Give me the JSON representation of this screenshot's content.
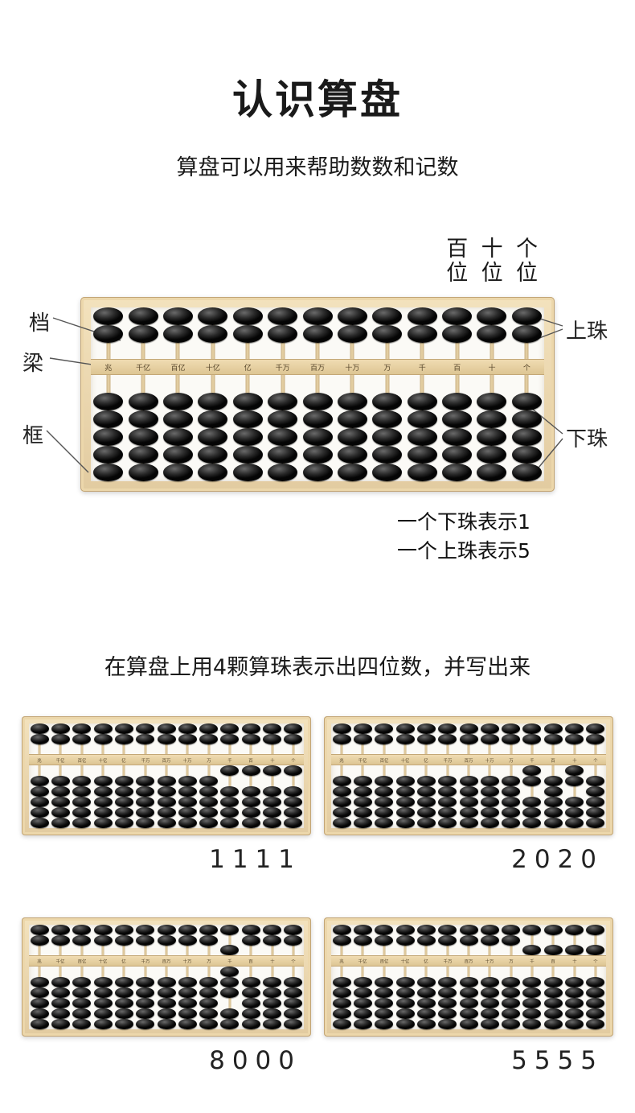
{
  "page": {
    "title": "认识算盘",
    "subtitle": "算盘可以用来帮助数数和记数",
    "exercise_title": "在算盘上用4颗算珠表示出四位数，并写出来"
  },
  "abacus": {
    "column_labels": [
      "兆",
      "千亿",
      "百亿",
      "十亿",
      "亿",
      "千万",
      "百万",
      "十万",
      "万",
      "千",
      "百",
      "十",
      "个"
    ],
    "upper_beads_per_rod": 2,
    "lower_beads_per_rod": 5,
    "bead_color": "#1a1a1a",
    "frame_color": "#e9d3a9"
  },
  "main_figure": {
    "place_labels": [
      {
        "top": "百",
        "bottom": "位"
      },
      {
        "top": "十",
        "bottom": "位"
      },
      {
        "top": "个",
        "bottom": "位"
      }
    ],
    "annotations": {
      "left": [
        "档",
        "梁",
        "框"
      ],
      "right": [
        "上珠",
        "下珠"
      ]
    },
    "notes": [
      "一个下珠表示1",
      "一个上珠表示5"
    ],
    "digits": [
      0,
      0,
      0,
      0,
      0,
      0,
      0,
      0,
      0,
      0,
      0,
      0,
      0
    ]
  },
  "exercises": [
    {
      "answer": "1111",
      "digits": [
        0,
        0,
        0,
        0,
        0,
        0,
        0,
        0,
        0,
        1,
        1,
        1,
        1
      ]
    },
    {
      "answer": "2020",
      "digits": [
        0,
        0,
        0,
        0,
        0,
        0,
        0,
        0,
        0,
        2,
        0,
        2,
        0
      ]
    },
    {
      "answer": "8000",
      "digits": [
        0,
        0,
        0,
        0,
        0,
        0,
        0,
        0,
        0,
        8,
        0,
        0,
        0
      ]
    },
    {
      "answer": "5555",
      "digits": [
        0,
        0,
        0,
        0,
        0,
        0,
        0,
        0,
        0,
        5,
        5,
        5,
        5
      ]
    }
  ]
}
